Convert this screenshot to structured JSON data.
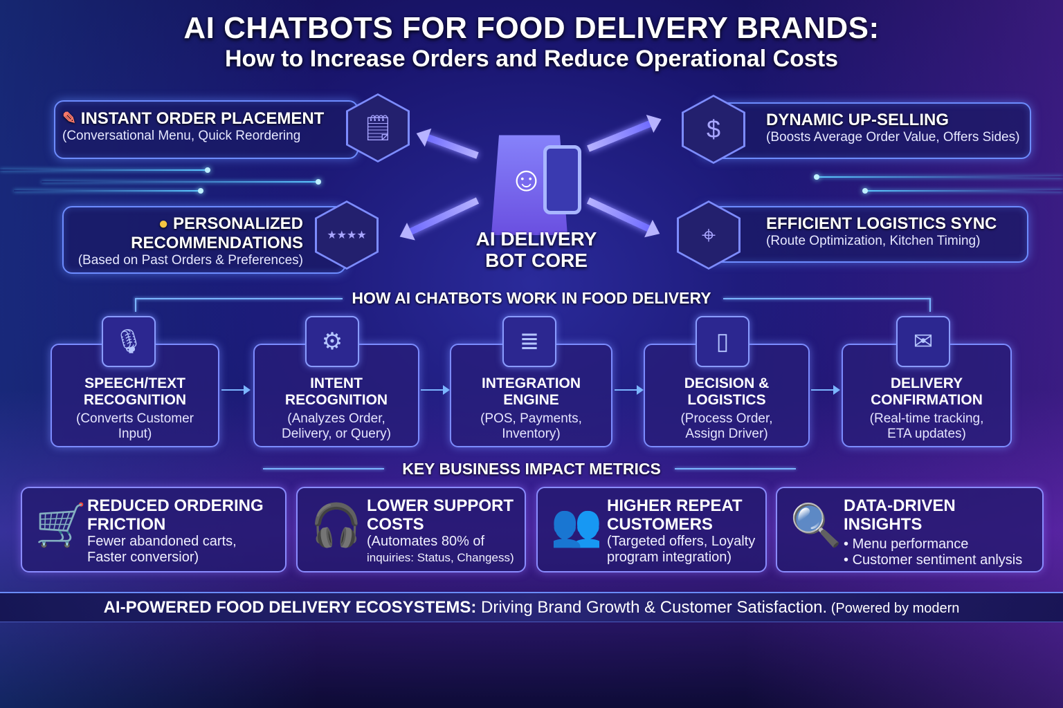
{
  "header": {
    "title": "AI CHATBOTS FOR FOOD DELIVERY BRANDS:",
    "subtitle": "How to Increase Orders and Reduce Operational Costs"
  },
  "core": {
    "label_line1": "AI DELIVERY",
    "label_line2": "BOT CORE"
  },
  "features": [
    {
      "title": "INSTANT ORDER PLACEMENT",
      "desc": "(Conversational Menu, Quick Reordering",
      "icon": "order-timer-icon"
    },
    {
      "title_line1": "PERSONALIZED",
      "title_line2": "RECOMMENDATIONS",
      "desc": "(Based on Past Orders & Preferences)",
      "icon": "rating-stars-icon"
    },
    {
      "title": "DYNAMIC UP-SELLING",
      "desc": "(Boosts Average Order Value, Offers Sides)",
      "icon": "money-up-icon"
    },
    {
      "title": "EFFICIENT LOGISTICS SYNC",
      "desc": "(Route Optimization, Kitchen Timing)",
      "icon": "route-timer-icon"
    }
  ],
  "process": {
    "heading": "HOW AI CHATBOTS WORK IN FOOD DELIVERY",
    "steps": [
      {
        "title1": "SPEECH/TEXT",
        "title2": "RECOGNITION",
        "desc1": "(Converts Customer",
        "desc2": "Input)",
        "icon": "microphone-icon"
      },
      {
        "title1": "INTENT",
        "title2": "RECOGNITION",
        "desc1": "(Analyzes Order,",
        "desc2": "Delivery, or Query)",
        "icon": "brain-icon"
      },
      {
        "title1": "INTEGRATION",
        "title2": "ENGINE",
        "desc1": "(POS, Payments,",
        "desc2": "Inventory)",
        "icon": "database-icon"
      },
      {
        "title1": "DECISION &",
        "title2": "LOGISTICS",
        "desc1": "(Process Order,",
        "desc2": "Assign Driver)",
        "icon": "phone-route-icon"
      },
      {
        "title1": "DELIVERY",
        "title2": "CONFIRMATION",
        "desc1": "(Real-time tracking,",
        "desc2": "ETA updates)",
        "icon": "delivery-chat-icon"
      }
    ]
  },
  "metrics": {
    "heading": "KEY BUSINESS IMPACT METRICS",
    "items": [
      {
        "title1": "REDUCED ORDERING",
        "title2": "FRICTION",
        "desc1": "Fewer abandoned carts,",
        "desc2": "Faster conversior)",
        "icon": "cart-icon"
      },
      {
        "title1": "LOWER SUPPORT",
        "title2": "COSTS",
        "desc1": "(Automates 80% of",
        "desc2": "inquiries: Status, Changess)",
        "icon": "support-agent-icon"
      },
      {
        "title1": "HIGHER REPEAT",
        "title2": "CUSTOMERS",
        "desc1": "(Targeted offers, Loyalty",
        "desc2": "program integration)",
        "icon": "customers-icon"
      },
      {
        "title1": "DATA-DRIVEN INSIGHTS",
        "bullets": [
          "Menu performance",
          "Customer sentiment anlysis"
        ],
        "icon": "analytics-icon"
      }
    ]
  },
  "footer": {
    "bold": "AI-POWERED FOOD DELIVERY ECOSYSTEMS:",
    "text": " Driving Brand Growth & Customer Satisfaction.",
    "small": " (Powered by modern"
  }
}
